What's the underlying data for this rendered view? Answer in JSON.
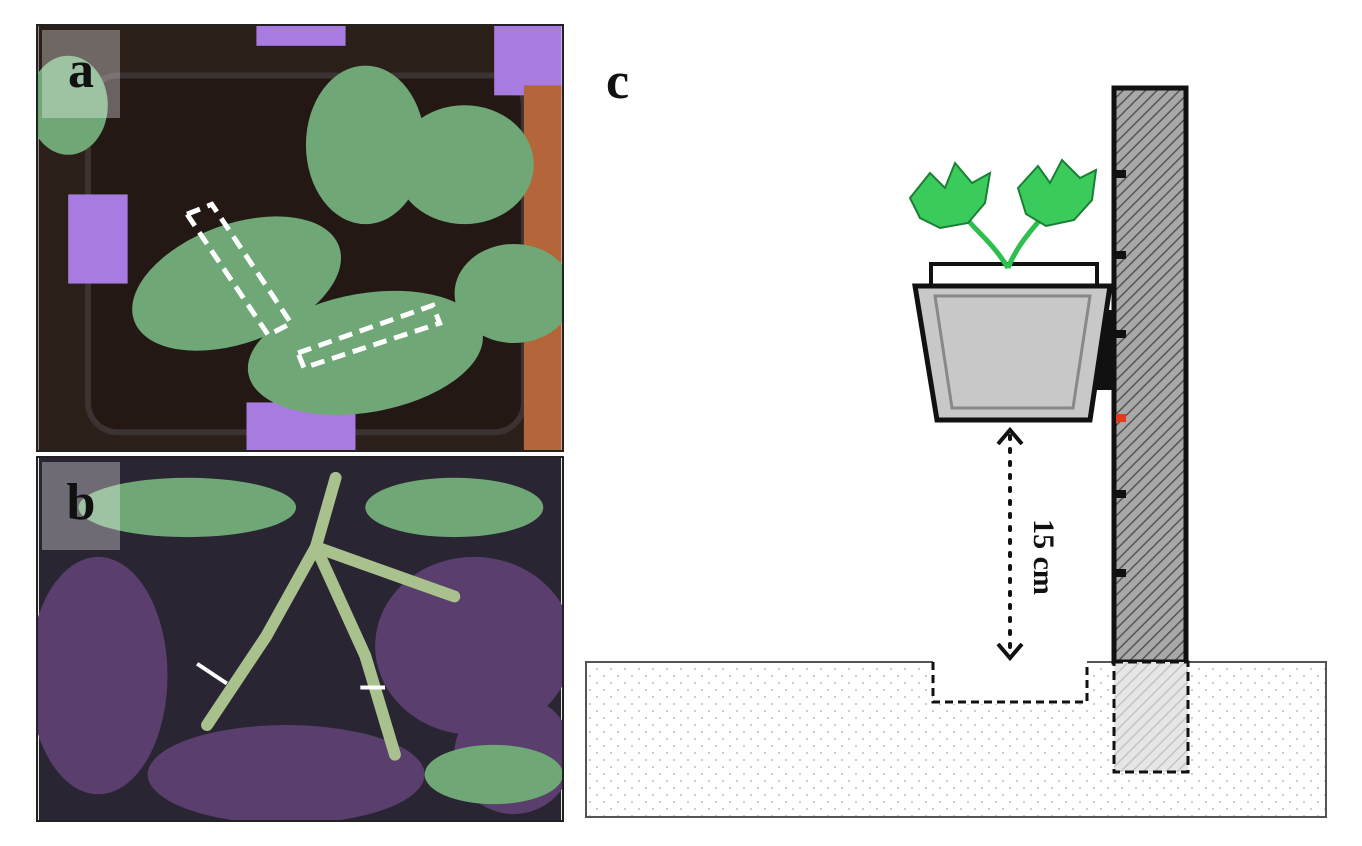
{
  "panels": {
    "a": {
      "label": "a"
    },
    "b": {
      "label": "b"
    },
    "c": {
      "label": "c",
      "distance_label": "15 cm"
    }
  },
  "colors": {
    "soil": "#2b1f1a",
    "leaf_green": "#6fa776",
    "leaf_dark_purple": "#5a3f6e",
    "tag_purple": "#a77be0",
    "dashed_marker": "#ffffff",
    "diagram_plant_green": "#2fbf4f",
    "pot_gray": "#c8c8c8",
    "stand_hatch": "#888888",
    "accent_red": "#e23a1e"
  }
}
